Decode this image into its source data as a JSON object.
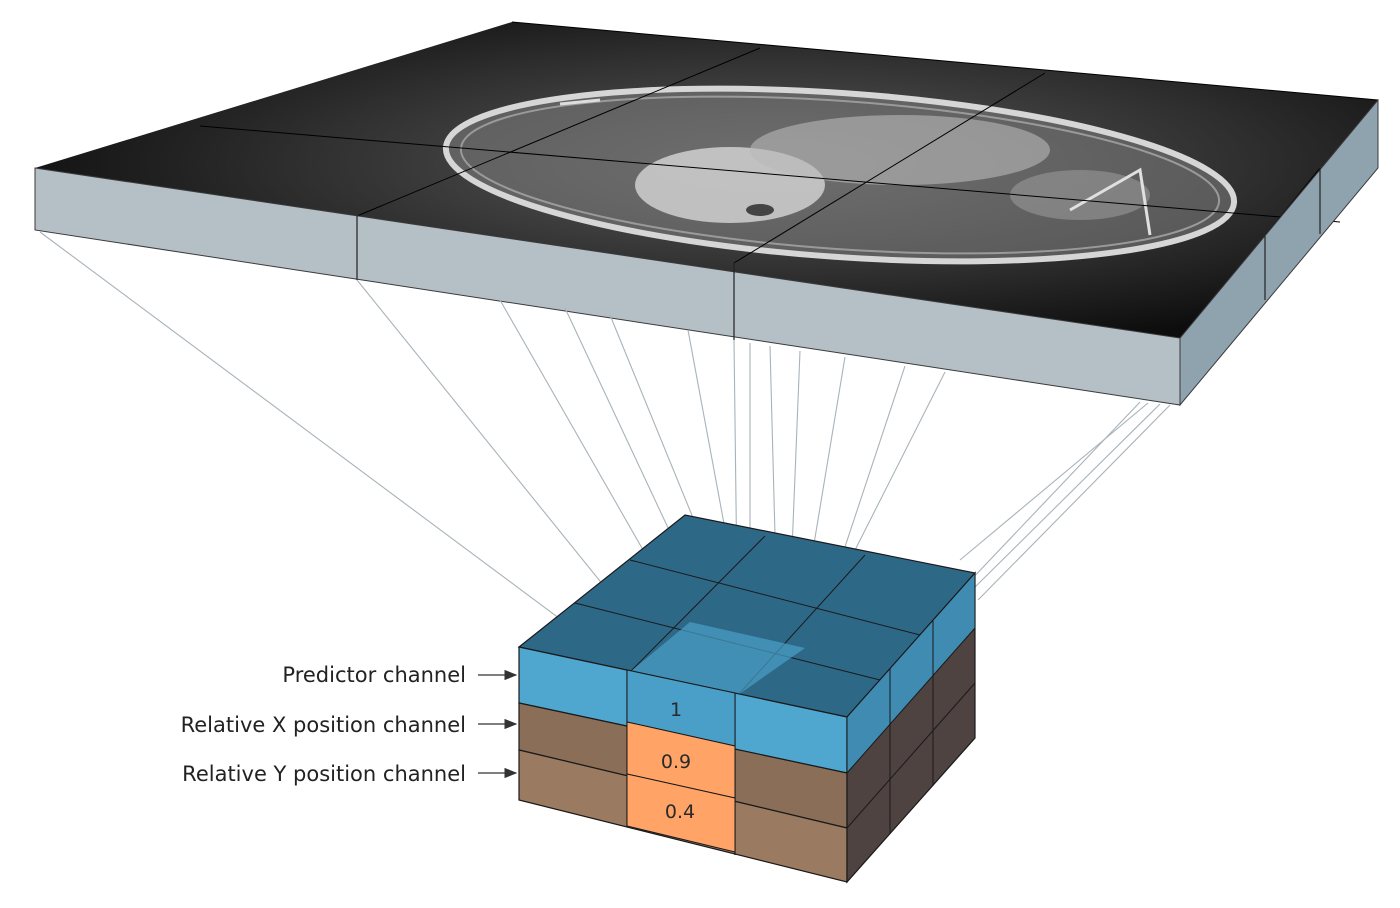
{
  "labels": {
    "predictor": "Predictor channel",
    "rel_x": "Relative X position channel",
    "rel_y": "Relative Y position channel"
  },
  "values": {
    "predictor": "1",
    "rel_x": "0.9",
    "rel_y": "0.4"
  },
  "colors": {
    "predictor_top": "#2e6887",
    "predictor_side": "#4fa7cf",
    "predictor_highlight": "#4a9fc8",
    "position_side": "#8a6e58",
    "position_dark": "#4e4340",
    "position_highlight": "#ffa366",
    "slab_side": "#b4bfc6",
    "slab_top": "#101010"
  }
}
